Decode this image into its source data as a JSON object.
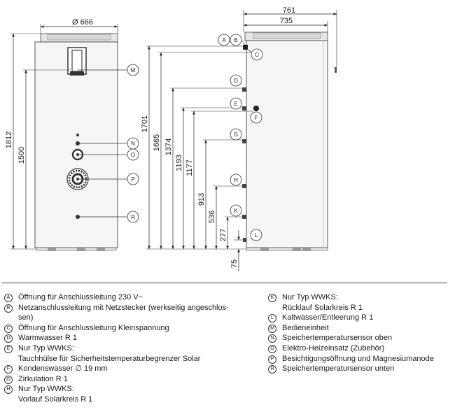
{
  "front_view": {
    "width_label": "Ø 666",
    "height_labels": [
      "1812",
      "1500"
    ],
    "callouts": [
      "M",
      "N",
      "O",
      "P",
      "R"
    ]
  },
  "side_view": {
    "width_labels": [
      "761",
      "735"
    ],
    "height_labels": [
      "1701",
      "1665",
      "1374",
      "1193",
      "1177",
      "913",
      "536",
      "277",
      "75"
    ],
    "callouts": [
      "A",
      "B",
      "C",
      "D",
      "E",
      "F",
      "G",
      "H",
      "K",
      "L"
    ]
  },
  "legend_left": [
    {
      "letter": "A",
      "text": "Öffnung für Anschlussleitung 230 V~"
    },
    {
      "letter": "B",
      "text": "Netzanschlussleitung mit Netzstecker (werkseitig angeschlos-\nsen)"
    },
    {
      "letter": "C",
      "text": "Öffnung für Anschlussleitung Kleinspannung"
    },
    {
      "letter": "D",
      "text": "Warmwasser R 1"
    },
    {
      "letter": "E",
      "text": "Nur Typ WWKS:\nTauchhülse für Sicherheitstemperaturbegrenzer Solar"
    },
    {
      "letter": "F",
      "text": "Kondenswasser ∅ 19 mm"
    },
    {
      "letter": "G",
      "text": "Zirkulation R 1"
    },
    {
      "letter": "H",
      "text": "Nur Typ WWKS:\nVorlauf Solarkreis R 1"
    }
  ],
  "legend_right": [
    {
      "letter": "K",
      "text": "Nur Typ WWKS:\nRücklauf Solarkreis R 1"
    },
    {
      "letter": "L",
      "text": "Kaltwasser/Entleerung R 1"
    },
    {
      "letter": "M",
      "text": "Bedieneinheit"
    },
    {
      "letter": "N",
      "text": "Speichertemperatursensor oben"
    },
    {
      "letter": "O",
      "text": "Elektro-Heizeinsatz (Zubehör)"
    },
    {
      "letter": "P",
      "text": "Besichtigungsöffnung und Magnesiumanode"
    },
    {
      "letter": "R",
      "text": "Speichertemperatursensor unten"
    }
  ]
}
